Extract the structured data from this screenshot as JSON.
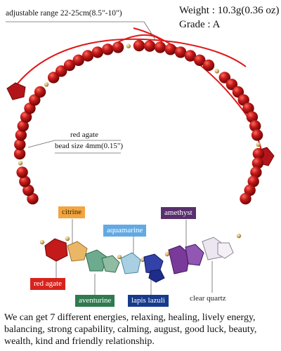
{
  "labels": {
    "adjustable_range": "adjustable range 22-25cm(8.5\"-10\")",
    "weight": "Weight : 10.3g(0.36 oz)",
    "grade": "Grade : A",
    "red_agate_top": "red agate",
    "bead_size": "bead size 4mm(0.15\")",
    "citrine": "citrine",
    "aquamarine": "aquamarine",
    "amethyst": "amethyst",
    "red_agate": "red agate",
    "aventurine": "aventurine",
    "lapis_lazuli": "lapis lazuli",
    "clear_quartz": "clear quartz"
  },
  "description": "We can get 7 different energies, relaxing, healing, lively energy, balancing, strong capability, calming, august, good luck, beauty, wealth, kind and friendly relationship.",
  "colors": {
    "bead_red": "#c41a1a",
    "cord_red": "#e0181a",
    "gold_spacer": "#d4b06a",
    "citrine": "#f2a541",
    "aquamarine": "#63a9e3",
    "amethyst": "#5a2f6e",
    "aventurine": "#2f7a4f",
    "lapis": "#163a8c"
  }
}
